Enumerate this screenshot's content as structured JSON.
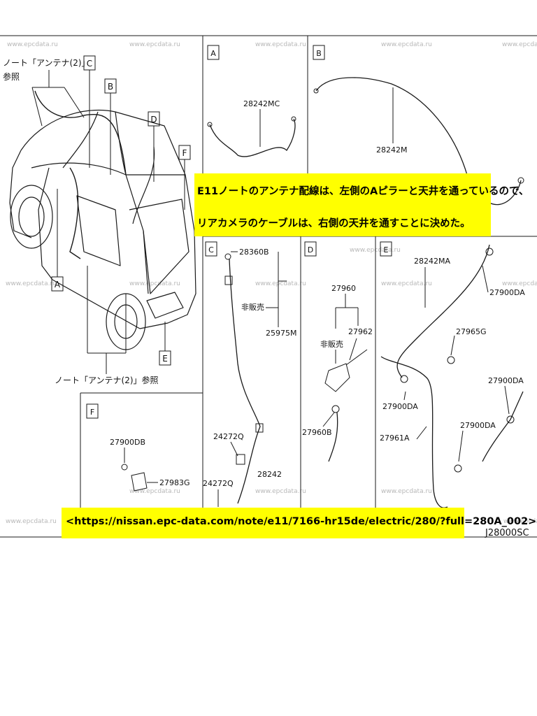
{
  "watermark": "www.epcdata.ru",
  "drawing_code": "J28000SC",
  "main_view": {
    "ref_top": "ノート「アンテナ(2)」",
    "ref_top_2": "参照",
    "ref_bottom": "ノート「アンテナ(2)」参照",
    "callouts": [
      "A",
      "B",
      "C",
      "D",
      "E",
      "F"
    ]
  },
  "panel_a": {
    "letter": "A",
    "part": "28242MC"
  },
  "panel_b": {
    "letter": "B",
    "part": "28242M"
  },
  "panel_c": {
    "letter": "C",
    "parts": [
      "28360B",
      "非販売",
      "25975M",
      "24272Q",
      "28242",
      "24272Q"
    ]
  },
  "panel_d": {
    "letter": "D",
    "parts": [
      "27960",
      "非販売",
      "27962",
      "27960B"
    ]
  },
  "panel_e": {
    "letter": "E",
    "parts": [
      "28242MA",
      "27900DA",
      "27965G",
      "27900DA",
      "27900DA",
      "27961A",
      "27900DA"
    ]
  },
  "panel_f": {
    "letter": "F",
    "parts": [
      "27900DB",
      "27983G"
    ]
  },
  "annotation": {
    "line1": "E11ノートのアンテナ配線は、左側のAピラーと天井を通っているので、",
    "line2": "リアカメラのケーブルは、右側の天井を通すことに決めた。"
  },
  "url": "<https://nissan.epc-data.com/note/e11/7166-hr15de/electric/280/?full=280A_002>",
  "colors": {
    "highlight": "#ffff00",
    "line": "#1a1a1a",
    "watermark": "#b0b0b0"
  }
}
